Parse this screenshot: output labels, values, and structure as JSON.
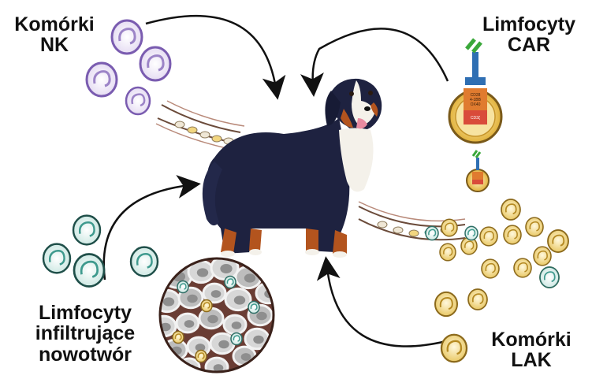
{
  "labels": {
    "nk": {
      "line1": "Komórki",
      "line2": "NK"
    },
    "car": {
      "line1": "Limfocyty",
      "line2": "CAR"
    },
    "til": {
      "line1": "Limfocyty",
      "line2": "infiltrujące",
      "line3": "nowotwór"
    },
    "lak": {
      "line1": "Komórki",
      "line2": "LAK"
    }
  },
  "car_receptor_text": [
    "CD28",
    "4-1BB",
    "OX40",
    "CD3ζ"
  ],
  "colors": {
    "nk_cell": "#8a6bbf",
    "car_cell": "#d9a81e",
    "til_cell": "#3f9a8e",
    "lak_cell": "#d6b24a",
    "arrow": "#111111",
    "dog_black": "#1e2240",
    "dog_tan": "#b3541e",
    "dog_white": "#f4f1ea"
  },
  "icons": [
    "nk-cell-icon",
    "car-t-cell-icon",
    "til-cell-icon",
    "lak-cell-icon",
    "blood-vessel-icon",
    "tumor-tissue-icon",
    "dog-illustration"
  ]
}
